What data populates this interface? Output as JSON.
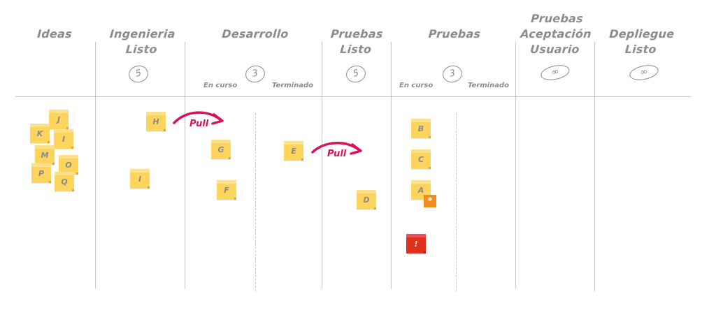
{
  "board": {
    "columns": [
      {
        "id": "ideas",
        "title": "Ideas",
        "wip": ""
      },
      {
        "id": "ingenieria-listo",
        "title_line1": "Ingenieria",
        "title_line2": "Listo",
        "wip": "5"
      },
      {
        "id": "desarrollo",
        "title": "Desarrollo",
        "wip": "3",
        "sub_left": "En curso",
        "sub_right": "Terminado"
      },
      {
        "id": "pruebas-listo",
        "title_line1": "Pruebas",
        "title_line2": "Listo",
        "wip": "5"
      },
      {
        "id": "pruebas",
        "title": "Pruebas",
        "wip": "3",
        "sub_left": "En curso",
        "sub_right": "Terminado"
      },
      {
        "id": "pruebas-aceptacion",
        "title_line1": "Pruebas",
        "title_line2": "Aceptación",
        "title_line3": "Usuario",
        "wip": "∞"
      },
      {
        "id": "despliegue-listo",
        "title_line1": "Depliegue",
        "title_line2": "Listo",
        "wip": "∞"
      }
    ],
    "cards": {
      "ideas": [
        "J",
        "K",
        "I",
        "M",
        "O",
        "P",
        "Q"
      ],
      "ingenieria_listo": [
        "H",
        "I"
      ],
      "desarrollo_en_curso": [
        "G",
        "F"
      ],
      "desarrollo_terminado": [
        "E"
      ],
      "pruebas_listo": [
        "D"
      ],
      "pruebas_en_curso": [
        "B",
        "C",
        "A"
      ],
      "expedite": [
        "!"
      ]
    },
    "blocker_symbol": "*",
    "pull_labels": [
      "Pull",
      "Pull"
    ],
    "colors": {
      "sticky": "#fdd45c",
      "expedite": "#e0301e",
      "blocker": "#f28c1e",
      "pull_arrow": "#d6135e",
      "text": "#8c8c8c",
      "lines": "#c4c4c4"
    }
  }
}
